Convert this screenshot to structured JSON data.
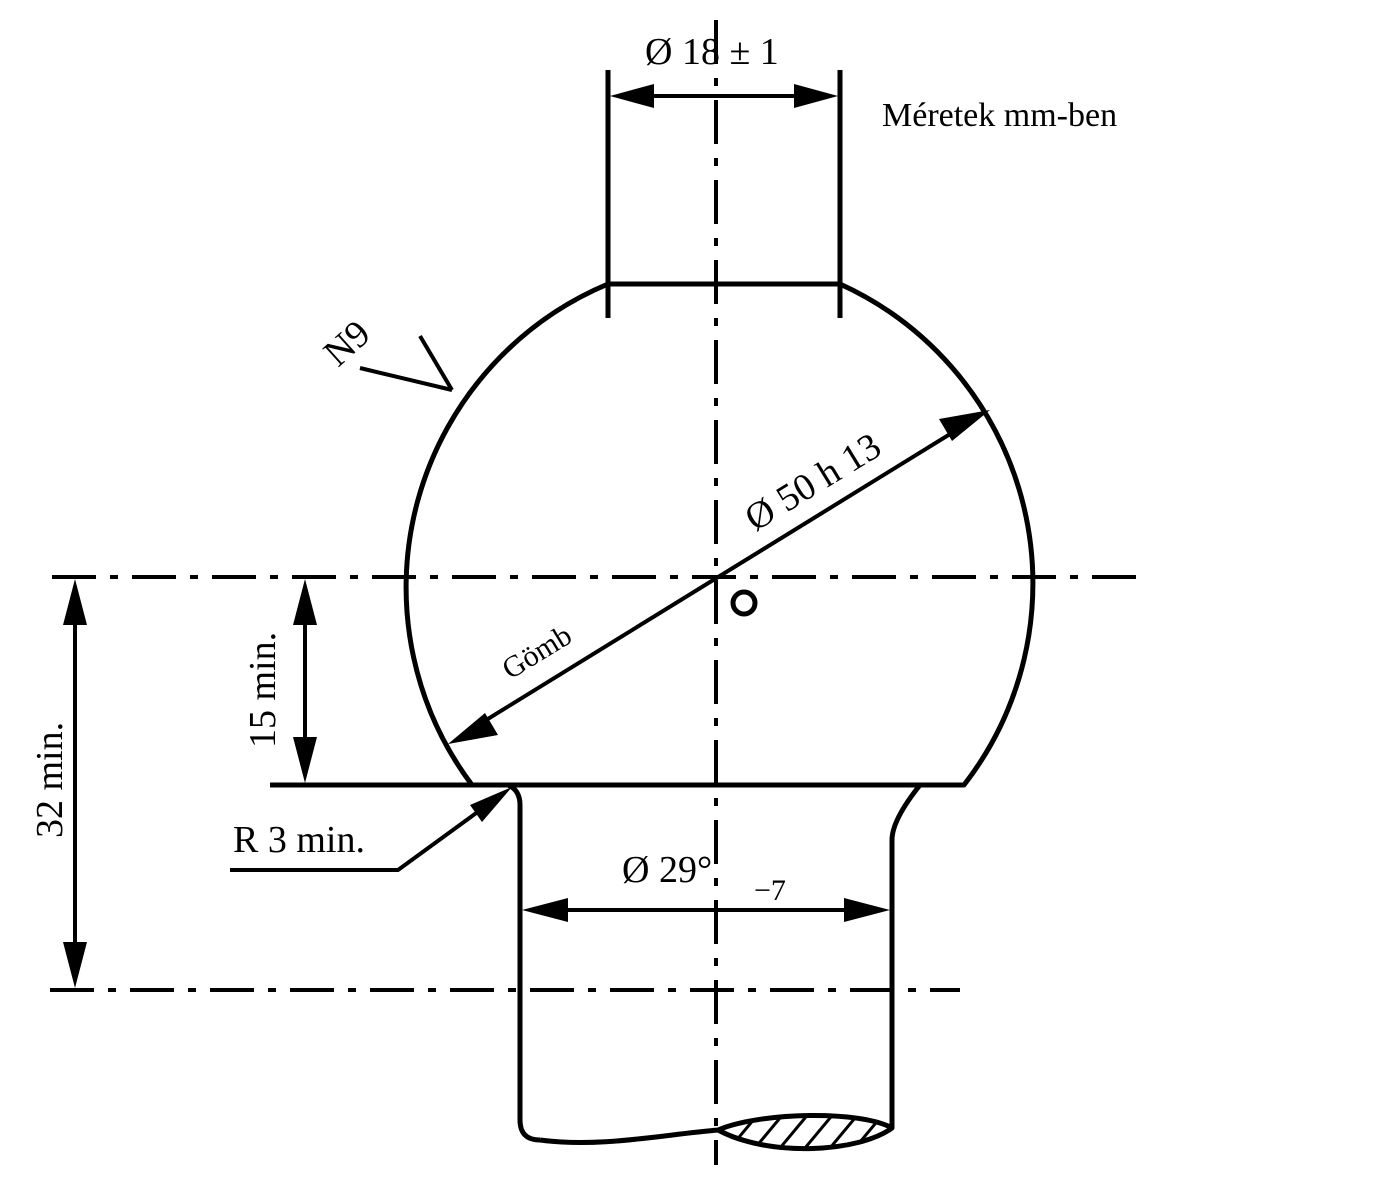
{
  "units_note": "Méretek mm-ben",
  "dimensions": {
    "neck_diameter": "Ø 18 ± 1",
    "ball_diameter": "Ø 50 h 13",
    "ball_label": "Gömb",
    "shank_diameter": "Ø 29°",
    "shank_tolerance": "−7",
    "height_15": "15 min.",
    "height_32": "32 min.",
    "radius": "R 3 min."
  },
  "surface_finish": "N9",
  "center_mark": "O"
}
